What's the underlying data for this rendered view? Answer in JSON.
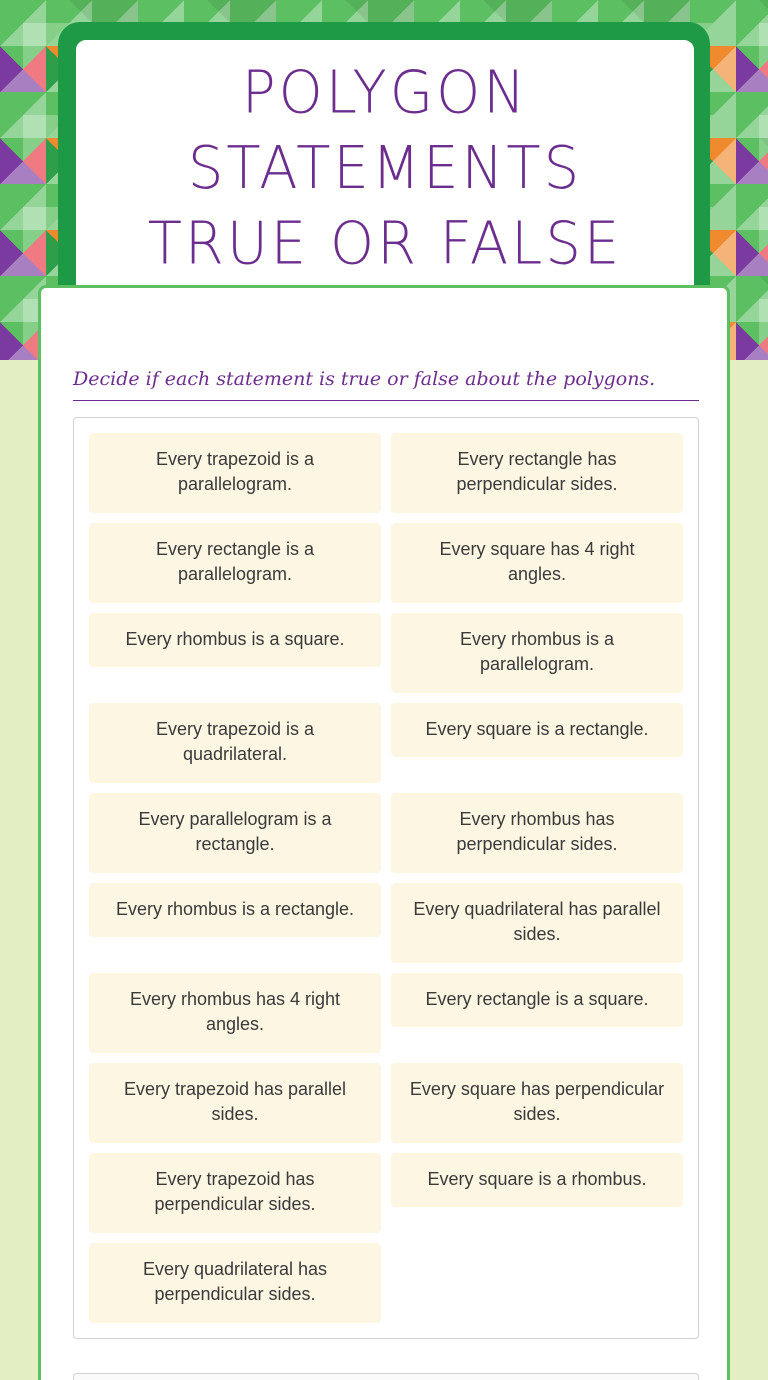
{
  "header": {
    "title": "POLYGON STATEMENTS TRUE OR FALSE"
  },
  "instructions": "Decide if each statement is true or false about the polygons.",
  "cards": [
    "Every trapezoid is a parallelogram.",
    "Every rectangle has perpendicular sides.",
    "Every rectangle is a parallelogram.",
    "Every square has 4 right angles.",
    "Every rhombus is a square.",
    "Every rhombus is a parallelogram.",
    "Every trapezoid is a quadrilateral.",
    "Every square is a rectangle.",
    "Every parallelogram is a rectangle.",
    "Every rhombus has perpendicular sides.",
    "Every rhombus is a rectangle.",
    "Every quadrilateral has parallel sides.",
    "Every rhombus has 4 right angles.",
    "Every rectangle is a square.",
    "Every trapezoid has parallel sides.",
    "Every square has perpendicular sides.",
    "Every trapezoid has perpendicular sides.",
    "Every square is a rhombus.",
    "Every quadrilateral has perpendicular sides."
  ],
  "colors": {
    "accent_purple": "#6c2e8e",
    "frame_green": "#1e9a46",
    "card_bg": "#fdf6e3",
    "page_bg": "#e3efc3"
  }
}
